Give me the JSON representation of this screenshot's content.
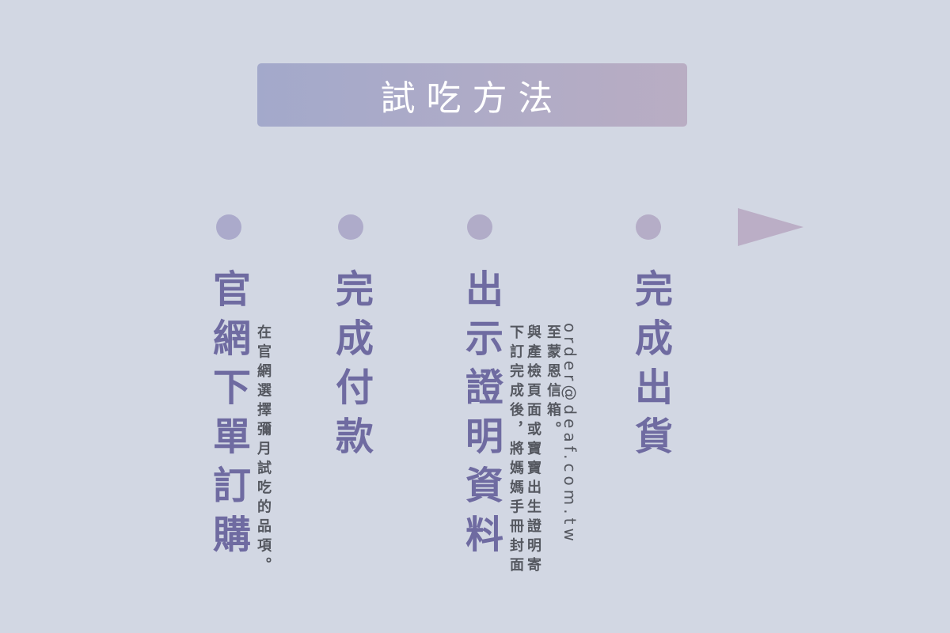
{
  "title": "試吃方法",
  "steps": [
    {
      "label": "官網下單訂購",
      "note": [
        "在官網選擇彌月試吃的品項。"
      ]
    },
    {
      "label": "完成付款"
    },
    {
      "label": "出示證明資料",
      "note": [
        "下訂完成後，將媽媽手冊封面",
        "與產檢頁面或寶寶出生證明寄",
        "至蒙恩信箱。",
        "order@deaf.com.tw"
      ]
    },
    {
      "label": "完成出貨"
    }
  ],
  "colors": {
    "background": "#d2d7e3",
    "accent": "#6f6ba1",
    "line": "#aeaccb"
  }
}
